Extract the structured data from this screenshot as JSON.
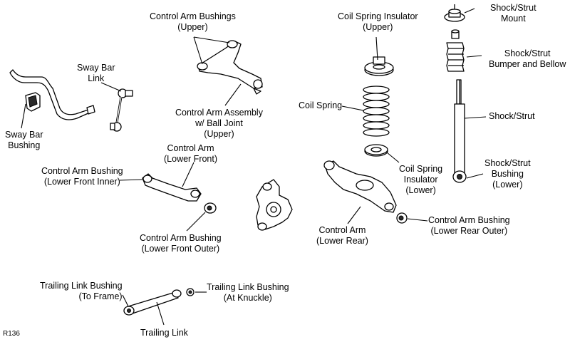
{
  "figure_code": "R136",
  "labels": {
    "control_arm_bushings_upper": "Control Arm Bushings\n(Upper)",
    "coil_spring_insulator_upper": "Coil Spring Insulator\n(Upper)",
    "shock_strut_mount": "Shock/Strut\nMount",
    "sway_bar_link": "Sway Bar\nLink",
    "shock_strut_bumper_bellow": "Shock/Strut\nBumper and Bellow",
    "coil_spring": "Coil Spring",
    "control_arm_assembly_upper": "Control Arm Assembly\nw/ Ball Joint\n(Upper)",
    "shock_strut": "Shock/Strut",
    "sway_bar_bushing": "Sway Bar\nBushing",
    "control_arm_lower_front": "Control Arm\n(Lower Front)",
    "control_arm_bushing_lower_front_inner": "Control Arm Bushing\n(Lower Front Inner)",
    "coil_spring_insulator_lower": "Coil Spring\nInsulator\n(Lower)",
    "shock_strut_bushing_lower": "Shock/Strut\nBushing\n(Lower)",
    "control_arm_bushing_lower_rear_outer": "Control Arm Bushing\n(Lower Rear Outer)",
    "control_arm_lower_rear": "Control Arm\n(Lower Rear)",
    "control_arm_bushing_lower_front_outer": "Control Arm Bushing\n(Lower Front Outer)",
    "trailing_link_bushing_to_frame": "Trailing Link Bushing\n(To Frame)",
    "trailing_link_bushing_at_knuckle": "Trailing Link Bushing\n(At Knuckle)",
    "trailing_link": "Trailing Link"
  }
}
